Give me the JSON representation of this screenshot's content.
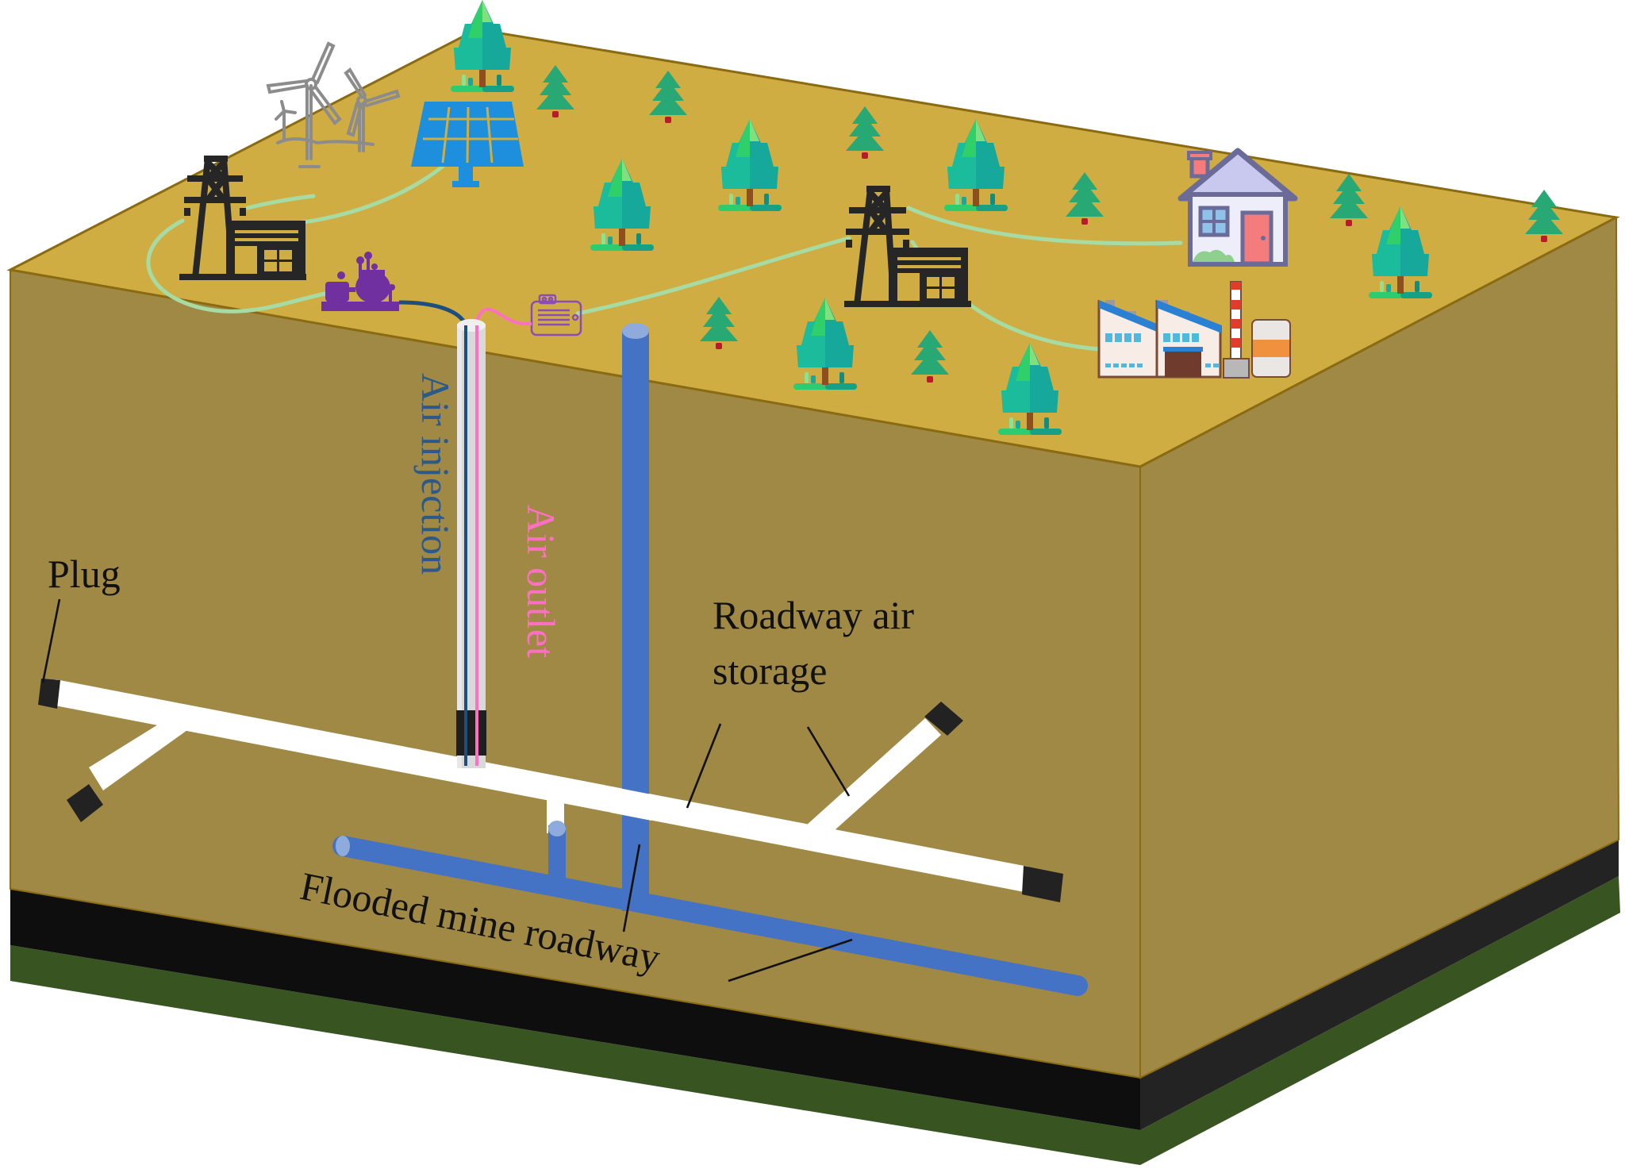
{
  "figure": {
    "title": "Compressed air energy storage in abandoned mine roadways",
    "colors": {
      "surface": "#cfad42",
      "soil": "#a08845",
      "edge": "#8a6b12",
      "coal_seam": "#101010",
      "coal_seam_side": "#232323",
      "bedrock": "#385421",
      "air_storage_roadway": "#ffffff",
      "plug": "#222222",
      "flooded_roadway": "#4472c4",
      "flooded_roadway_end": "#8faadc",
      "injection_line": "#1c4f7e",
      "outlet_line": "#ff6fc4",
      "power_cable": "#a6dba4",
      "well_casing": "#d9d9d9"
    }
  },
  "surface_icons": [
    {
      "name": "wind-turbines-icon",
      "label": "Wind turbines"
    },
    {
      "name": "solar-panel-icon",
      "label": "Solar panel"
    },
    {
      "name": "power-substation-left-icon",
      "label": "Transmission tower with substation"
    },
    {
      "name": "air-compressor-icon",
      "label": "Air compressor"
    },
    {
      "name": "generator-icon",
      "label": "Turbine generator"
    },
    {
      "name": "power-substation-right-icon",
      "label": "Transmission tower with substation"
    },
    {
      "name": "house-icon",
      "label": "Residential house"
    },
    {
      "name": "factory-icon",
      "label": "Factory"
    }
  ],
  "labels": {
    "plug": "Plug",
    "air_injection": "Air injection",
    "air_outlet": "Air outlet",
    "roadway_air_storage_line1": "Roadway air",
    "roadway_air_storage_line2": "storage",
    "flooded_mine_roadway": "Flooded mine roadway"
  },
  "layers": [
    {
      "name": "surface",
      "label": "Ground surface"
    },
    {
      "name": "overburden",
      "label": "Rock/soil strata"
    },
    {
      "name": "coal-seam",
      "label": "Coal seam"
    },
    {
      "name": "bedrock",
      "label": "Floor strata"
    }
  ]
}
